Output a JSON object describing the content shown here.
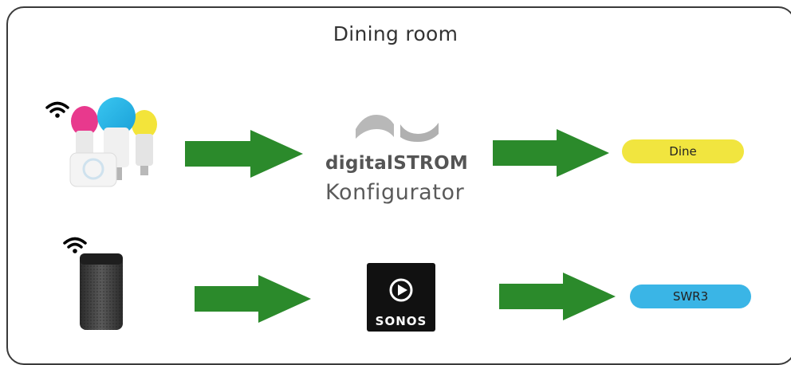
{
  "title": "Dining room",
  "colors": {
    "arrow": "#2b8a2b",
    "dine_pill": "#f1e53f",
    "swr3_pill": "#3ab5e6"
  },
  "row1": {
    "source": "Philips Hue bulbs and bridge",
    "hub_brand_light": "digital",
    "hub_brand_bold": "STROM",
    "hub_subtitle": "Konfigurator",
    "target_label": "Dine"
  },
  "row2": {
    "source": "Sonos speaker",
    "app_label": "SONOS",
    "target_label": "SWR3"
  },
  "icons": [
    "wifi-icon",
    "hue-lights-icon",
    "digitalstrom-logo-icon",
    "sonos-speaker-icon",
    "sonos-app-icon",
    "play-icon",
    "arrow-icon"
  ]
}
